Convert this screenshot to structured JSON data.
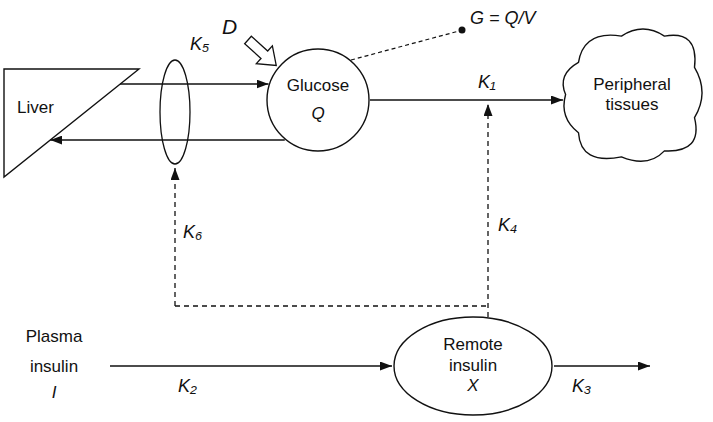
{
  "diagram": {
    "nodes": [
      {
        "text": [
          "Liver"
        ]
      },
      {
        "text": [
          "Glucose",
          "Q"
        ]
      },
      {
        "text": [
          "Peripheral tissues"
        ]
      },
      {
        "text": [
          "Remote insulin",
          "X"
        ]
      }
    ],
    "edges": [
      {
        "from": 0,
        "to": 1,
        "arrow": "to"
      },
      {
        "from": 1,
        "to": 0,
        "arrow": "to"
      },
      {
        "from": 1,
        "to": 2,
        "label": "K₁",
        "arrow": "to"
      }
    ],
    "labels": [
      "D",
      "G = Q/V",
      "K₅",
      "K₆",
      "K₄",
      "Plasma insulin",
      "I",
      "K₂",
      "K₃"
    ]
  }
}
